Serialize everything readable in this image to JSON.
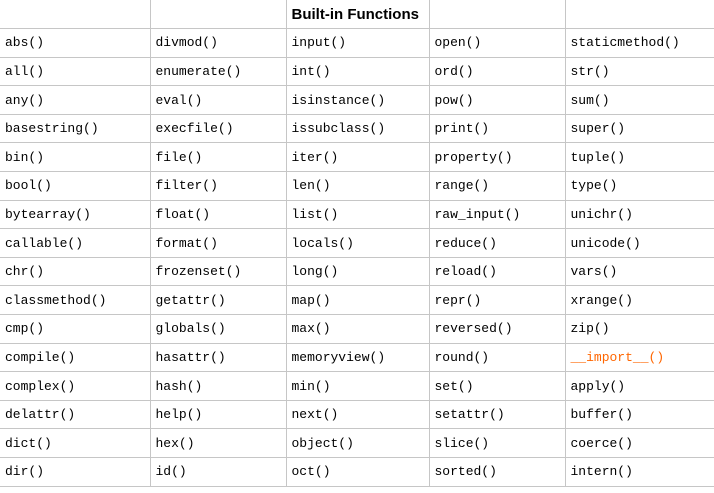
{
  "title": "Built-in Functions",
  "colors": {
    "highlight_orange": "#ff6600",
    "border_gray": "#c6c6c6",
    "text_black": "#000000",
    "background_white": "#ffffff"
  },
  "table": {
    "header": [
      "",
      "",
      "Built-in Functions",
      "",
      ""
    ],
    "rows": [
      [
        "abs()",
        "divmod()",
        "input()",
        "open()",
        "staticmethod()"
      ],
      [
        "all()",
        "enumerate()",
        "int()",
        "ord()",
        "str()"
      ],
      [
        "any()",
        "eval()",
        "isinstance()",
        "pow()",
        "sum()"
      ],
      [
        "basestring()",
        "execfile()",
        "issubclass()",
        "print()",
        "super()"
      ],
      [
        "bin()",
        "file()",
        "iter()",
        "property()",
        "tuple()"
      ],
      [
        "bool()",
        "filter()",
        "len()",
        "range()",
        "type()"
      ],
      [
        "bytearray()",
        "float()",
        "list()",
        "raw_input()",
        "unichr()"
      ],
      [
        "callable()",
        "format()",
        "locals()",
        "reduce()",
        "unicode()"
      ],
      [
        "chr()",
        "frozenset()",
        "long()",
        "reload()",
        "vars()"
      ],
      [
        "classmethod()",
        "getattr()",
        "map()",
        "repr()",
        "xrange()"
      ],
      [
        "cmp()",
        "globals()",
        "max()",
        "reversed()",
        "zip()"
      ],
      [
        "compile()",
        "hasattr()",
        "memoryview()",
        "round()",
        "__import__()"
      ],
      [
        "complex()",
        "hash()",
        "min()",
        "set()",
        "apply()"
      ],
      [
        "delattr()",
        "help()",
        "next()",
        "setattr()",
        "buffer()"
      ],
      [
        "dict()",
        "hex()",
        "object()",
        "slice()",
        "coerce()"
      ],
      [
        "dir()",
        "id()",
        "oct()",
        "sorted()",
        "intern()"
      ]
    ],
    "highlighted_cell": {
      "row": 11,
      "col": 4,
      "label": "__import__()"
    }
  }
}
